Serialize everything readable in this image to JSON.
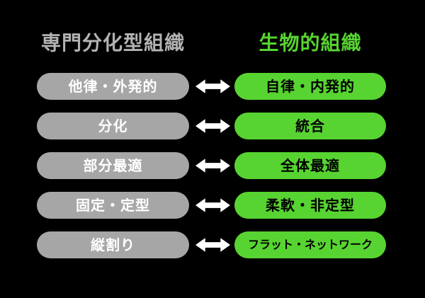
{
  "headers": {
    "left": "専門分化型組織",
    "right": "生物的組織"
  },
  "rows": [
    {
      "left": "他律・外発的",
      "right": "自律・内発的"
    },
    {
      "left": "分化",
      "right": "統合"
    },
    {
      "left": "部分最適",
      "right": "全体最適"
    },
    {
      "left": "固定・定型",
      "right": "柔軟・非定型"
    },
    {
      "left": "縦割り",
      "right": "フラット・ネットワーク"
    }
  ],
  "icons": {
    "arrow": "double-headed-arrow"
  },
  "colors": {
    "background": "#000000",
    "gray-header": "#b3b3b3",
    "gray-pill": "#a6a6a6",
    "green": "#57d431",
    "pill-text-left": "#ffffff",
    "pill-text-right": "#000000",
    "arrow": "#ffffff"
  }
}
